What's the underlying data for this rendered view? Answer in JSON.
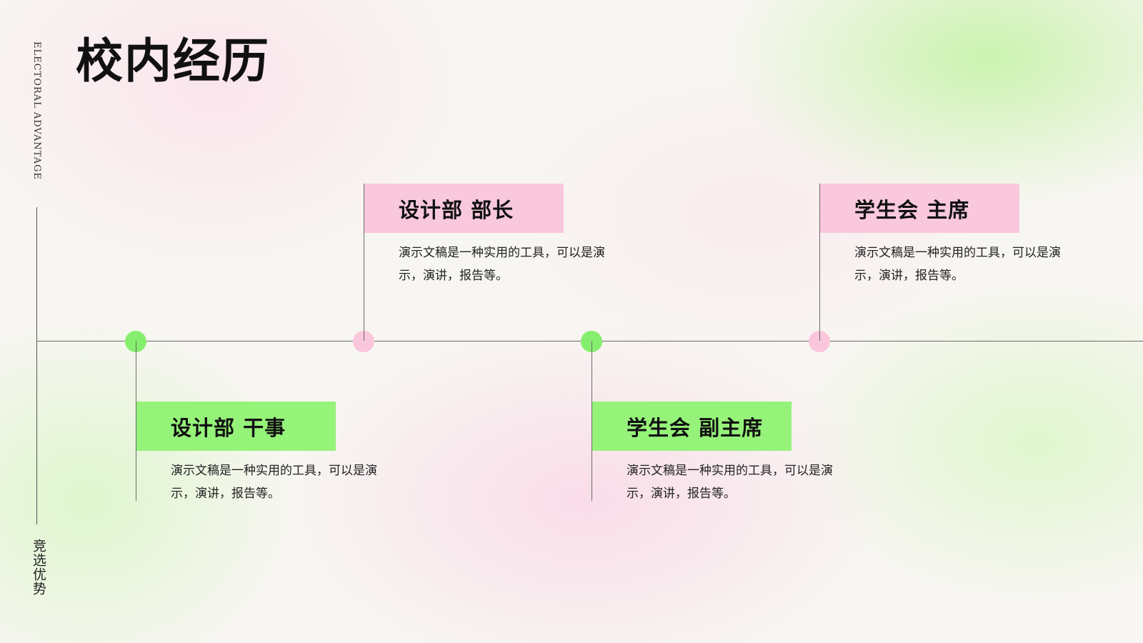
{
  "side": {
    "english_label": "ELECTORAL ADVANTAGE",
    "chinese_label": "竞选优势"
  },
  "title": "校内经历",
  "timeline": [
    {
      "role": "设计部 干事",
      "description": "演示文稿是一种实用的工具，可以是演示，演讲，报告等。",
      "color": "#96f37a"
    },
    {
      "role": "设计部 部长",
      "description": "演示文稿是一种实用的工具，可以是演示，演讲，报告等。",
      "color": "#f9c8dd"
    },
    {
      "role": "学生会 副主席",
      "description": "演示文稿是一种实用的工具，可以是演示，演讲，报告等。",
      "color": "#96f37a"
    },
    {
      "role": "学生会 主席",
      "description": "演示文稿是一种实用的工具，可以是演示，演讲，报告等。",
      "color": "#f9c8dd"
    }
  ],
  "colors": {
    "accent_green": "#86ee6e",
    "accent_pink": "#f9c6dc",
    "line": "#6a6a6a"
  }
}
